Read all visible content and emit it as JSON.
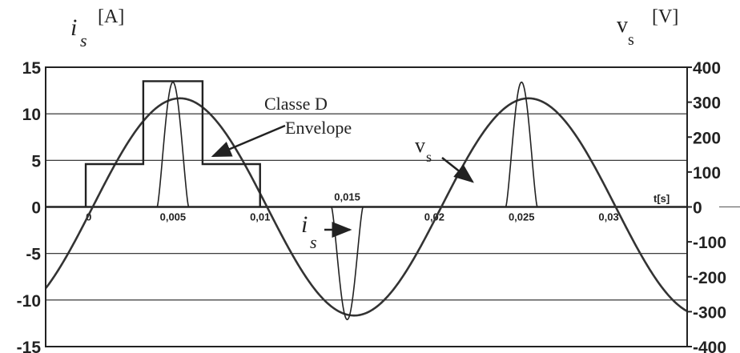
{
  "chart_data": {
    "type": "line",
    "left_axis": {
      "symbol": "i",
      "subscript": "s",
      "unit": "[A]",
      "ylim": [
        -15,
        15
      ],
      "ticks": [
        {
          "value": 15,
          "label": "15"
        },
        {
          "value": 10,
          "label": "10"
        },
        {
          "value": 5,
          "label": "5"
        },
        {
          "value": 0,
          "label": "0"
        },
        {
          "value": -5,
          "label": "-5"
        },
        {
          "value": -10,
          "label": "-10"
        },
        {
          "value": -15,
          "label": "-15"
        }
      ]
    },
    "right_axis": {
      "symbol": "v",
      "subscript": "s",
      "unit": "[V]",
      "ylim": [
        -400,
        400
      ],
      "ticks": [
        {
          "value": 400,
          "label": "400"
        },
        {
          "value": 300,
          "label": "300"
        },
        {
          "value": 200,
          "label": "200"
        },
        {
          "value": 100,
          "label": "100"
        },
        {
          "value": 0,
          "label": "0"
        },
        {
          "value": -100,
          "label": "-100"
        },
        {
          "value": -200,
          "label": "-200"
        },
        {
          "value": -300,
          "label": "-300"
        },
        {
          "value": -400,
          "label": "-400"
        }
      ]
    },
    "x_axis": {
      "label": "t[s]",
      "xlim": [
        -0.0023,
        0.0345
      ],
      "ticks": [
        {
          "value": 0,
          "label": "0"
        },
        {
          "value": 0.005,
          "label": "0,005"
        },
        {
          "value": 0.01,
          "label": "0,01"
        },
        {
          "value": 0.015,
          "label": "0,015"
        },
        {
          "value": 0.02,
          "label": "0,02"
        },
        {
          "value": 0.025,
          "label": "0,025"
        },
        {
          "value": 0.03,
          "label": "0,03"
        }
      ]
    },
    "grid": true,
    "series": [
      {
        "name": "v_s",
        "axis": "right",
        "kind": "sine",
        "amplitude": 311,
        "frequency_hz": 50,
        "phase_shift_s": 0.0004
      },
      {
        "name": "i_s",
        "axis": "left",
        "kind": "pulses",
        "pulses": [
          {
            "t0": 0.0041,
            "t1": 0.0059,
            "peak": 13.4
          },
          {
            "t0": 0.0141,
            "t1": 0.0159,
            "peak": -12.1
          },
          {
            "t0": 0.0241,
            "t1": 0.0259,
            "peak": 13.4
          }
        ]
      },
      {
        "name": "Classe D Envelope",
        "axis": "left",
        "kind": "step",
        "points": [
          [
            0,
            0
          ],
          [
            0,
            4.6
          ],
          [
            0.0033,
            4.6
          ],
          [
            0.0033,
            13.5
          ],
          [
            0.0067,
            13.5
          ],
          [
            0.0067,
            4.6
          ],
          [
            0.01,
            4.6
          ],
          [
            0.01,
            0
          ]
        ]
      }
    ],
    "annotations": {
      "classe": "Classe D",
      "envelope": "Envelope",
      "vs_symbol": "v",
      "vs_sub": "s",
      "is_symbol": "i",
      "is_sub": "s"
    }
  }
}
